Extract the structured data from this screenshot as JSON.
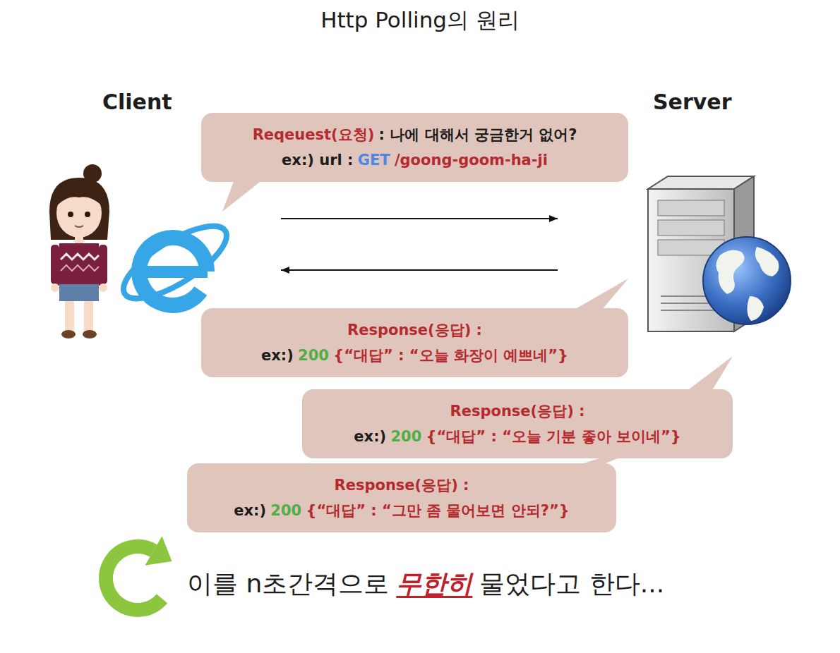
{
  "diagram": {
    "title": "Http Polling의 원리",
    "nodes": [
      {
        "text": [
          "Client"
        ]
      },
      {
        "text": [
          "Server"
        ]
      },
      {
        "text": [
          "Reqeuest(요청)",
          ": 나에 대해서 궁금한거 없어?",
          "ex:) url :",
          "GET",
          "/goong-goom-ha-ji"
        ]
      },
      {
        "text": [
          "Response(응답) :",
          "ex:)",
          "200",
          "{“대답” : “오늘 화장이 예쁘네”}"
        ]
      },
      {
        "text": [
          "Response(응답) :",
          "ex:)",
          "200",
          "{“대답” : “오늘 기분 좋아 보이네”}"
        ]
      },
      {
        "text": [
          "Response(응답) :",
          "ex:)",
          "200",
          "{“대답” : “그만 좀 물어보면 안되?”}"
        ]
      }
    ],
    "edges": [
      {
        "from": 0,
        "to": 1,
        "arrow": "to"
      },
      {
        "from": 1,
        "to": 0,
        "arrow": "to"
      }
    ],
    "labels": [
      "이를 n초간격으로",
      "무한히",
      "물었다고 한다..."
    ]
  }
}
